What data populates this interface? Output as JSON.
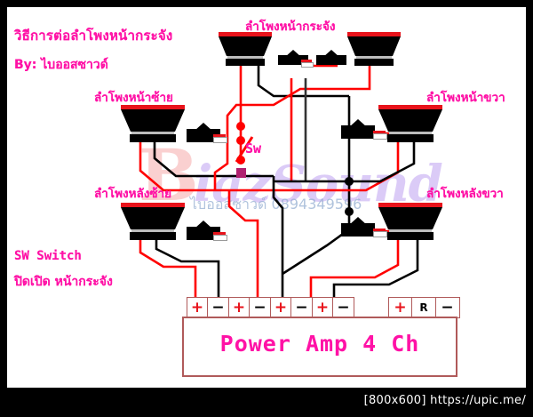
{
  "meta": {
    "background": "#000000",
    "canvas_bg": "#ffffff",
    "accent_pink": "#ff12a6",
    "wire_positive": "#ff0000",
    "wire_negative": "#000000",
    "amp_border": "#b05a5a"
  },
  "header": {
    "title": "วิธีการต่อลำโพงหน้ากระจัง",
    "byline": "By: ไบออสซาวด์"
  },
  "notes": {
    "sw_line1": "SW Switch",
    "sw_line2": "ปิดเปิด หน้ากระจัง",
    "sw_marker": "Sw"
  },
  "speakers": [
    {
      "id": "front-grille",
      "label": "ลำโพงหน้ากระจัง"
    },
    {
      "id": "front-left",
      "label": "ลำโพงหน้าซ้าย"
    },
    {
      "id": "rear-left",
      "label": "ลำโพงหลังซ้าย"
    },
    {
      "id": "front-right",
      "label": "ลำโพงหน้าขวา"
    },
    {
      "id": "rear-right",
      "label": "ลำโพงหลังขวา"
    }
  ],
  "amplifier": {
    "name": "Power Amp 4 Ch",
    "speaker_terminals": [
      "+",
      "−",
      "+",
      "−",
      "+",
      "−",
      "+",
      "−"
    ],
    "power_terminals": [
      "+",
      "R",
      "−"
    ]
  },
  "watermark": {
    "brand_initial": "B",
    "brand": "iazSound",
    "phone": "ไบออสซาวด์ 0894349596"
  },
  "footer": {
    "caption": "[800x600] https://upic.me/"
  }
}
